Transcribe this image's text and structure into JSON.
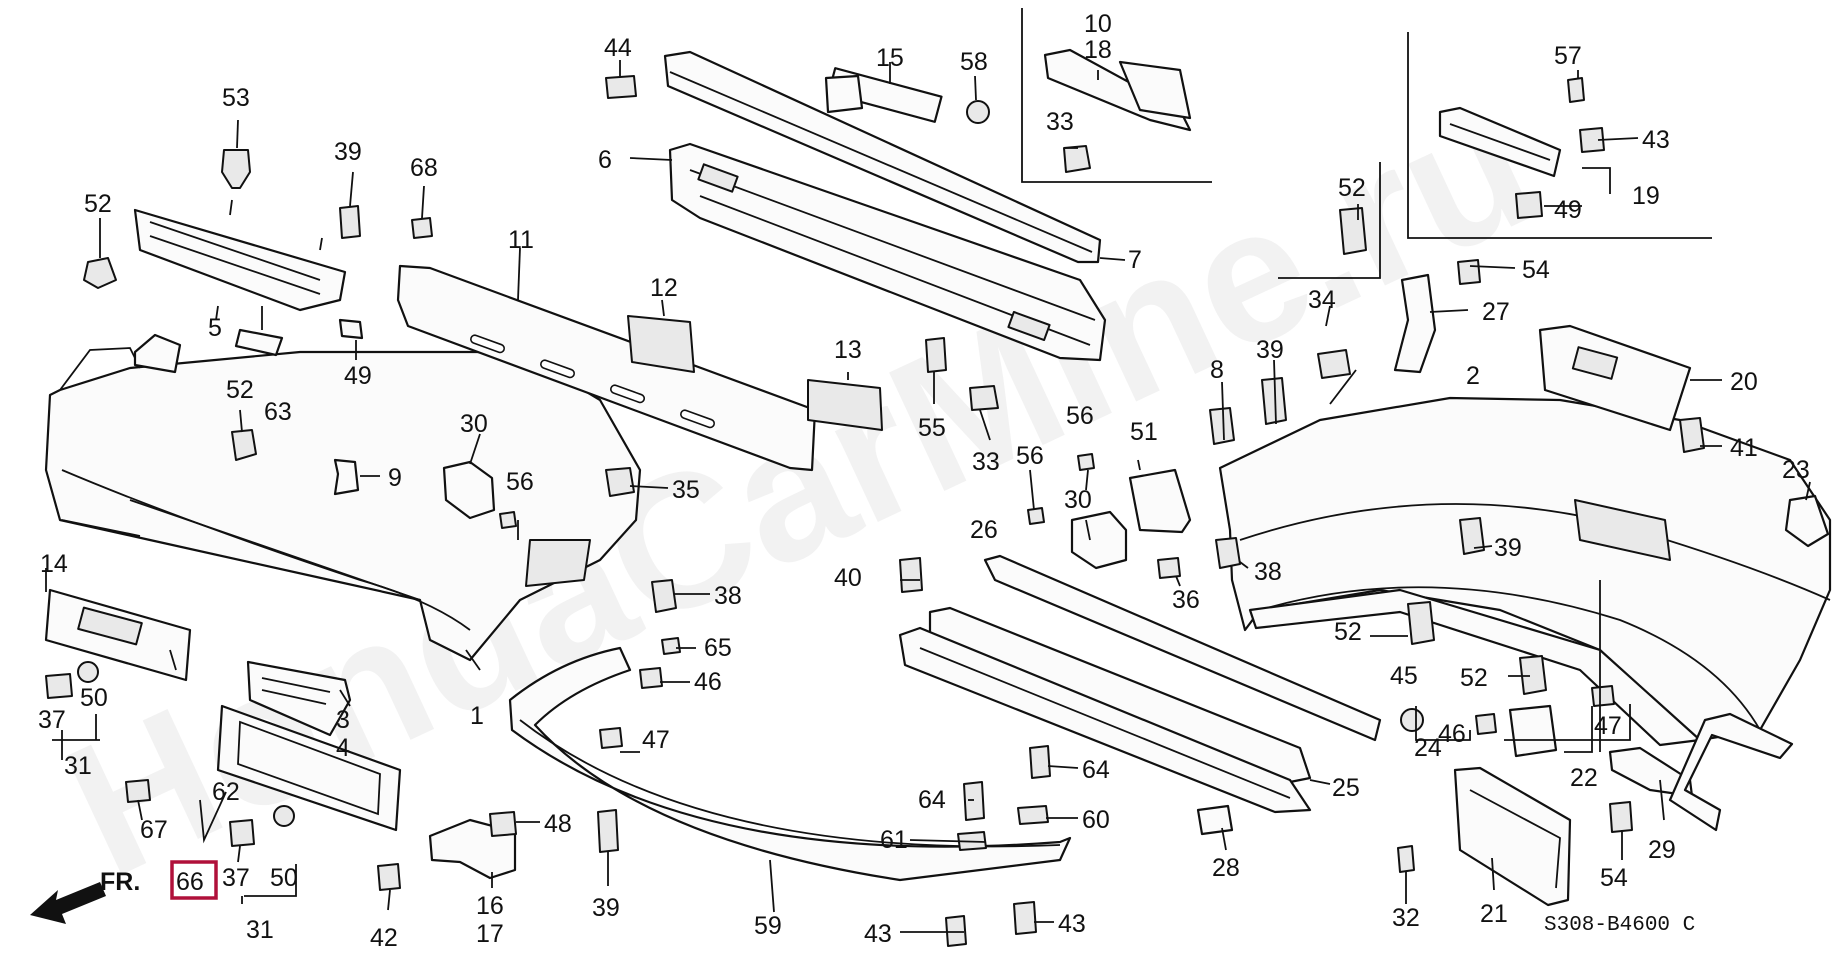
{
  "diagram": {
    "watermark": "HondaCarMine.ru",
    "drawing_code": "S308-B4600 C",
    "direction_label": "FR.",
    "highlighted_part": "66",
    "highlight_color": "#b0103a",
    "labels": {
      "n1": "1",
      "n2": "2",
      "n3": "3",
      "n4": "4",
      "n5": "5",
      "n6": "6",
      "n7": "7",
      "n8": "8",
      "n9": "9",
      "n10": "10",
      "n11": "11",
      "n12": "12",
      "n13": "13",
      "n14": "14",
      "n15": "15",
      "n16": "16",
      "n17": "17",
      "n18": "18",
      "n19": "19",
      "n20": "20",
      "n21": "21",
      "n22": "22",
      "n23": "23",
      "n24": "24",
      "n25": "25",
      "n26": "26",
      "n27": "27",
      "n28": "28",
      "n29": "29",
      "n30a": "30",
      "n30b": "30",
      "n31a": "31",
      "n31b": "31",
      "n32": "32",
      "n33a": "33",
      "n33b": "33",
      "n34": "34",
      "n35": "35",
      "n36": "36",
      "n37a": "37",
      "n37b": "37",
      "n38a": "38",
      "n38b": "38",
      "n39a": "39",
      "n39b": "39",
      "n39c": "39",
      "n39d": "39",
      "n40": "40",
      "n41": "41",
      "n42": "42",
      "n43a": "43",
      "n43b": "43",
      "n43c": "43",
      "n44": "44",
      "n45": "45",
      "n46a": "46",
      "n46b": "46",
      "n47a": "47",
      "n47b": "47",
      "n48": "48",
      "n49a": "49",
      "n49b": "49",
      "n50a": "50",
      "n50b": "50",
      "n51": "51",
      "n52a": "52",
      "n52b": "52",
      "n52c": "52",
      "n52d": "52",
      "n52e": "52",
      "n53": "53",
      "n54a": "54",
      "n54b": "54",
      "n55": "55",
      "n56a": "56",
      "n56b": "56",
      "n56c": "56",
      "n57": "57",
      "n58": "58",
      "n59": "59",
      "n60": "60",
      "n61": "61",
      "n62": "62",
      "n63": "63",
      "n64a": "64",
      "n64b": "64",
      "n65": "65",
      "n66": "66",
      "n67": "67",
      "n68": "68"
    }
  }
}
